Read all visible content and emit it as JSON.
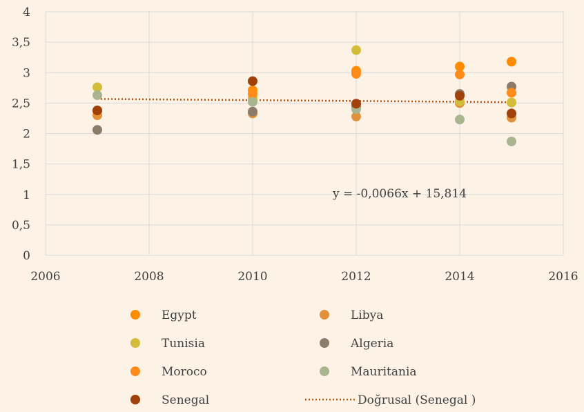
{
  "chart_data": {
    "type": "scatter",
    "title": "",
    "xlabel": "",
    "ylabel": "",
    "xlim": [
      2006,
      2016
    ],
    "ylim": [
      0,
      4
    ],
    "x_ticks": [
      2006,
      2008,
      2010,
      2012,
      2014,
      2016
    ],
    "y_ticks": [
      0,
      0.5,
      1,
      1.5,
      2,
      2.5,
      3,
      3.5,
      4
    ],
    "decimal_separator": ",",
    "grid": true,
    "legend_position": "bottom",
    "series": [
      {
        "name": "Egypt",
        "color": "#FF8C00",
        "points": [
          [
            2007,
            2.37
          ],
          [
            2010,
            2.71
          ],
          [
            2012,
            3.03
          ],
          [
            2014,
            3.1
          ],
          [
            2015,
            3.18
          ]
        ]
      },
      {
        "name": "Libya",
        "color": "#E0913A",
        "points": [
          [
            2007,
            2.3
          ],
          [
            2010,
            2.33
          ],
          [
            2012,
            2.28
          ],
          [
            2014,
            2.5
          ],
          [
            2015,
            2.26
          ]
        ]
      },
      {
        "name": "Tunisia",
        "color": "#D4BC3B",
        "points": [
          [
            2007,
            2.76
          ],
          [
            2010,
            2.58
          ],
          [
            2012,
            3.37
          ],
          [
            2014,
            2.53
          ],
          [
            2015,
            2.51
          ]
        ]
      },
      {
        "name": "Algeria",
        "color": "#8A7B6A",
        "points": [
          [
            2007,
            2.06
          ],
          [
            2010,
            2.36
          ],
          [
            2012,
            2.44
          ],
          [
            2014,
            2.65
          ],
          [
            2015,
            2.77
          ]
        ]
      },
      {
        "name": "Moroco",
        "color": "#FF8C1A",
        "points": [
          [
            2007,
            2.37
          ],
          [
            2010,
            2.65
          ],
          [
            2012,
            2.98
          ],
          [
            2014,
            2.97
          ],
          [
            2015,
            2.67
          ]
        ]
      },
      {
        "name": "Mauritania",
        "color": "#A9B591",
        "points": [
          [
            2007,
            2.63
          ],
          [
            2010,
            2.52
          ],
          [
            2012,
            2.4
          ],
          [
            2014,
            2.23
          ],
          [
            2015,
            1.87
          ]
        ]
      },
      {
        "name": "Senegal",
        "color": "#A0400A",
        "points": [
          [
            2007,
            2.38
          ],
          [
            2010,
            2.86
          ],
          [
            2012,
            2.49
          ],
          [
            2014,
            2.62
          ],
          [
            2015,
            2.33
          ]
        ]
      }
    ],
    "trendline": {
      "name": "Doğrusal (Senegal )",
      "series": "Senegal",
      "color": "#B5520F",
      "slope": -0.0066,
      "intercept": 15.814,
      "x_range": [
        2007,
        2015
      ],
      "label": "y = -0,0066x + 15,814"
    }
  }
}
